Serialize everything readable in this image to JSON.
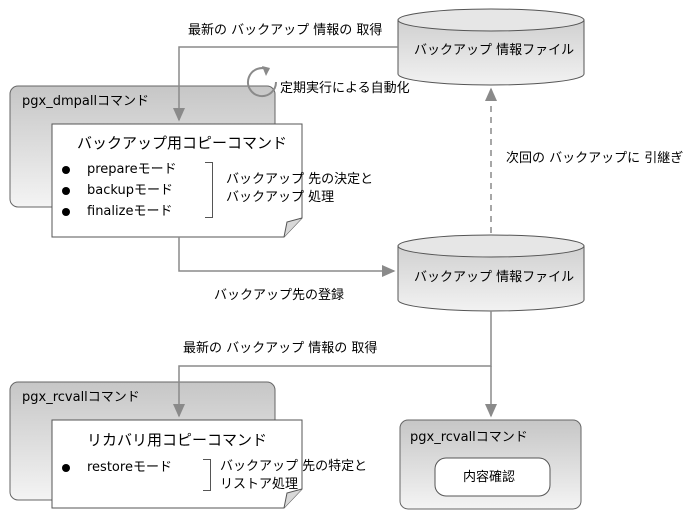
{
  "labels": {
    "get_latest_top": "最新の バックアップ 情報の 取得",
    "auto_exec": "定期実行による自動化",
    "next_backup": "次回の バックアップに 引継ぎ",
    "register_dest": "バックアップ先の登録",
    "get_latest_bottom": "最新の バックアップ 情報の 取得"
  },
  "files": {
    "top": "バックアップ 情報ファイル",
    "middle": "バックアップ 情報ファイル"
  },
  "dmpall": {
    "title": "pgx_dmpallコマンド",
    "doc_title": "バックアップ用コピーコマンド",
    "modes": [
      "prepareモード",
      "backupモード",
      "finalizeモード"
    ],
    "note_line1": "バックアップ 先の決定と",
    "note_line2": "バックアップ 処理"
  },
  "rcvall": {
    "title": "pgx_rcvallコマンド",
    "doc_title": "リカバリ用コピーコマンド",
    "modes": [
      "restoreモード"
    ],
    "note_line1": "バックアップ 先の特定と",
    "note_line2": "リストア処理"
  },
  "rcvall_check": {
    "title": "pgx_rcvallコマンド",
    "button": "内容確認"
  }
}
